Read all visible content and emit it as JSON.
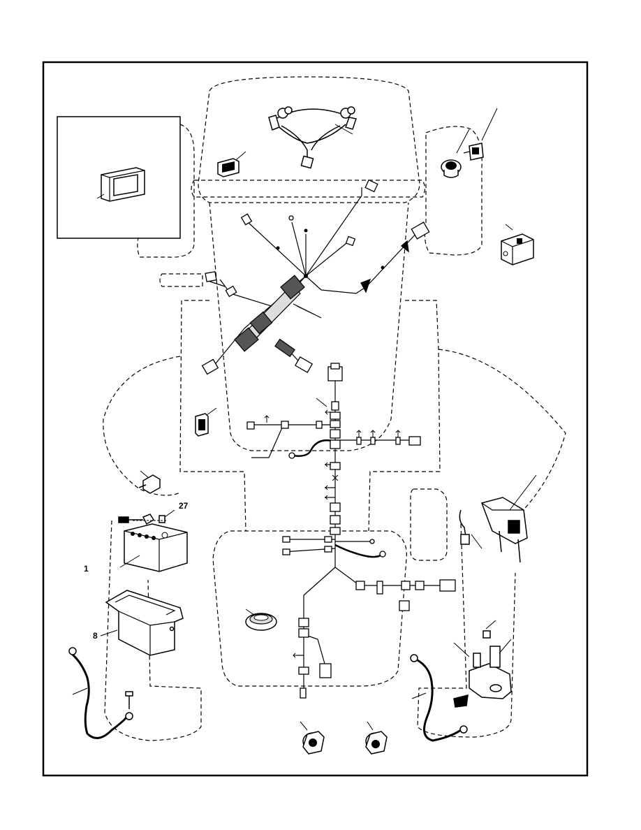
{
  "diagram": {
    "callouts": [
      {
        "id": "battery",
        "label": "1"
      },
      {
        "id": "battery-bolt",
        "label": "27"
      },
      {
        "id": "battery-tray",
        "label": "8"
      }
    ]
  }
}
